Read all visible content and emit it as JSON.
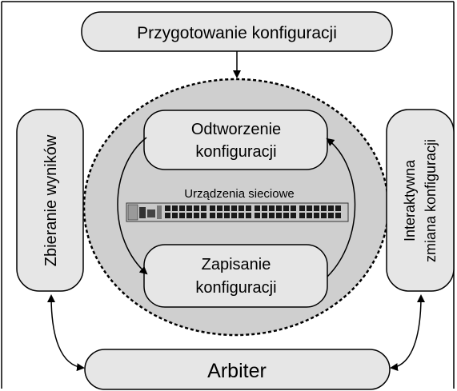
{
  "nodes": {
    "prep": "Przygotowanie konfiguracji",
    "restore_line1": "Odtworzenie",
    "restore_line2": "konfiguracji",
    "save_line1": "Zapisanie",
    "save_line2": "konfiguracji",
    "collect": "Zbieranie wyników",
    "interactive_line1": "Interaktywna",
    "interactive_line2": "zmiana konfiguracji",
    "arbiter": "Arbiter",
    "devices": "Urządzenia sieciowe"
  },
  "colors": {
    "box_fill": "#e6e6e6",
    "ellipse_fill": "#cfcfcf",
    "stroke": "#000000",
    "switch_body": "#c8c8c8",
    "switch_port": "#1a1a1a"
  }
}
